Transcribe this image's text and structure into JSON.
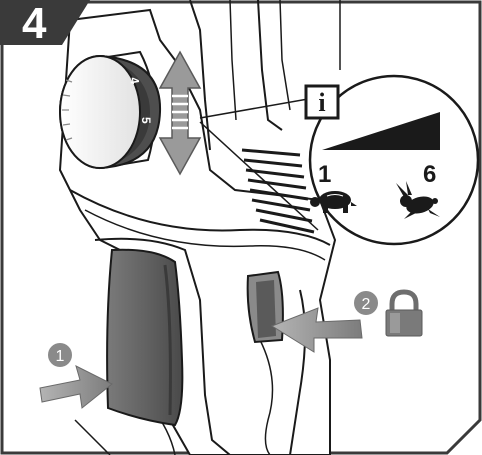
{
  "step_number": "4",
  "info_symbol": "i",
  "speed_scale": {
    "min_label": "1",
    "max_label": "6",
    "slow_icon": "turtle-icon",
    "fast_icon": "rabbit-icon"
  },
  "callouts": [
    {
      "number": "1"
    },
    {
      "number": "2",
      "icon": "padlock-icon"
    }
  ],
  "dial_marks": [
    "4",
    "5"
  ],
  "colors": {
    "badge": "#3a3a3a",
    "arrow": "#8c8c8c",
    "outline": "#1a1a1a",
    "grip": "#6e6e6e"
  }
}
